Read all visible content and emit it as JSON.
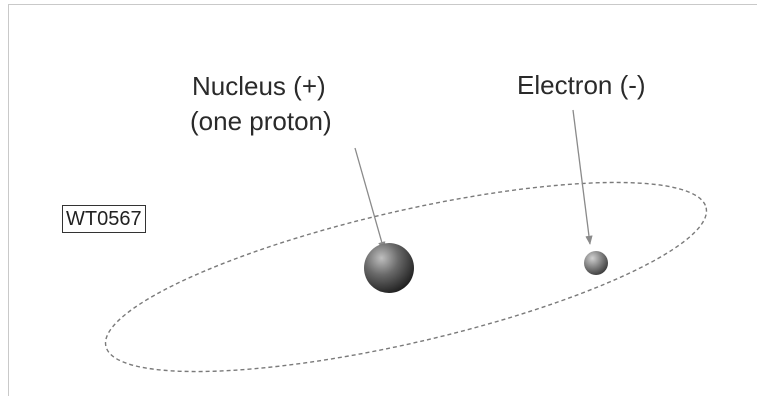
{
  "labels": {
    "nucleus_line1": "Nucleus  (+)",
    "nucleus_line2": "(one proton)",
    "electron": "Electron (-)",
    "figure_id": "WT0567"
  },
  "colors": {
    "orbit": "#7a7a7a",
    "arrow": "#8a8a8a",
    "nucleus_light": "#bfbfbf",
    "nucleus_dark": "#1e1e1e",
    "electron_light": "#d0d0d0",
    "electron_dark": "#3a3a3a"
  },
  "icons": {
    "nucleus": "nucleus-sphere-icon",
    "electron": "electron-sphere-icon"
  }
}
